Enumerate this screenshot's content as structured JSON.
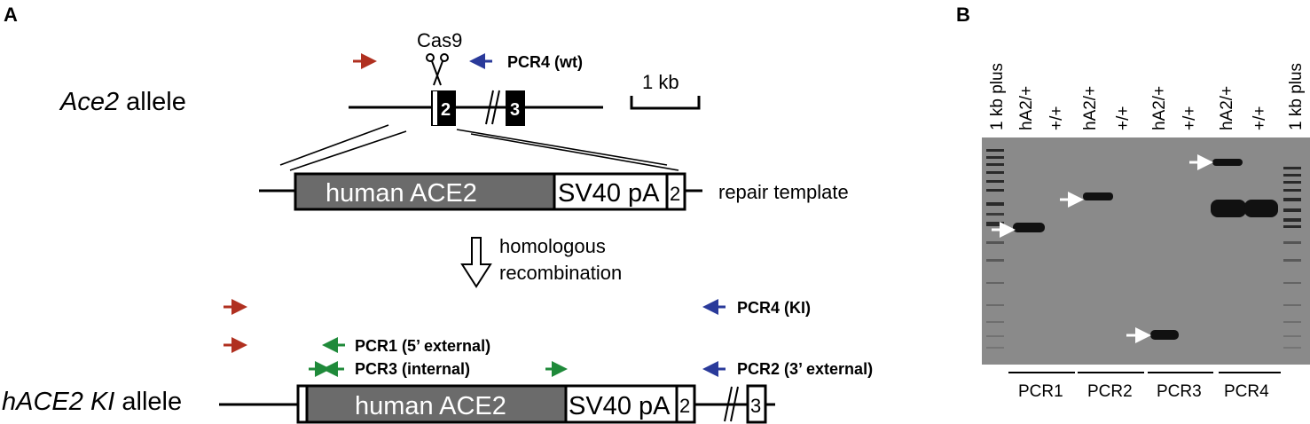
{
  "panels": {
    "a": "A",
    "b": "B"
  },
  "diagram": {
    "cas9": "Cas9",
    "pcr4_wt": "PCR4 (wt)",
    "scale_bar": "1 kb",
    "ace2_allele_italic": "Ace2",
    "ace2_allele_rest": " allele",
    "exon2": "2",
    "exon3": "3",
    "human_ace2": "human ACE2",
    "sv40": "SV40 pA",
    "exon2_small": "2",
    "repair_template": "repair template",
    "hr_line1": "homologous",
    "hr_line2": "recombination",
    "pcr4_ki": "PCR4 (KI)",
    "pcr1": "PCR1 (5’ external)",
    "pcr3": "PCR3 (internal)",
    "pcr2": "PCR2 (3’ external)",
    "ki_allele_italic": "hACE2 KI",
    "ki_allele_rest": " allele",
    "ki_human_ace2": "human ACE2",
    "ki_sv40": "SV40 pA",
    "ki_exon2": "2",
    "ki_exon3": "3"
  },
  "gel": {
    "lanes": [
      "1 kb plus",
      "hA2/+",
      "+/+",
      "hA2/+",
      "+/+",
      "hA2/+",
      "+/+",
      "hA2/+",
      "+/+",
      "1 kb plus"
    ],
    "groups": [
      "PCR1",
      "PCR2",
      "PCR3",
      "PCR4"
    ]
  },
  "colors": {
    "forward_primer": "#b03020",
    "reverse_primer": "#2a3a9a",
    "internal_primer": "#1f8a3a",
    "gel_background": "#8a8a8a",
    "gene_fill": "#6b6b6b"
  }
}
